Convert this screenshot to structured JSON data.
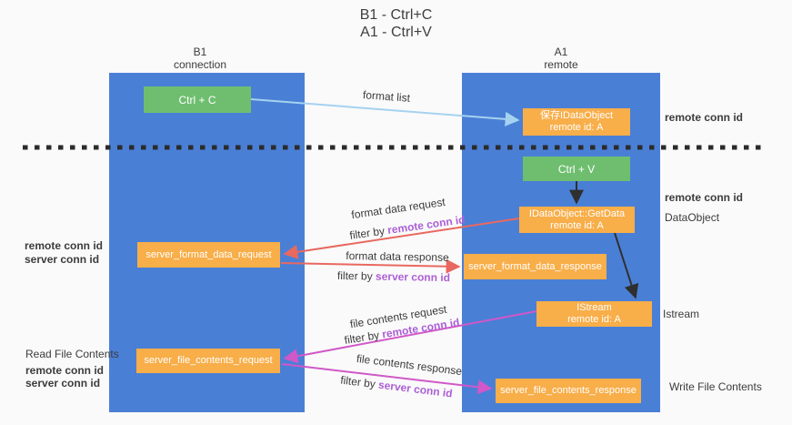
{
  "title": {
    "line1": "B1 - Ctrl+C",
    "line2": "A1 - Ctrl+V"
  },
  "lanes": {
    "left": {
      "name": "B1",
      "role": "connection"
    },
    "right": {
      "name": "A1",
      "role": "remote"
    }
  },
  "nodes": {
    "ctrl_c": {
      "label": "Ctrl + C"
    },
    "ctrl_v": {
      "label": "Ctrl + V"
    },
    "save_dataobject": {
      "line1": "保存IDataObject",
      "line2": "remote id: A"
    },
    "getdata": {
      "line1": "IDataObject::GetData",
      "line2": "remote id: A"
    },
    "istream": {
      "line1": "IStream",
      "line2": "remote id: A"
    },
    "server_format_data_request": {
      "label": "server_format_data_request"
    },
    "server_format_data_response": {
      "label": "server_format_data_response"
    },
    "server_file_contents_request": {
      "label": "server_file_contents_request"
    },
    "server_file_contents_response": {
      "label": "server_file_contents_response"
    }
  },
  "edges": {
    "format_list": {
      "label": "format list"
    },
    "format_data_request": {
      "label": "format data request",
      "filter_prefix": "filter by ",
      "filter_key": "remote conn id"
    },
    "format_data_response": {
      "label": "format data response",
      "filter_prefix": "filter by ",
      "filter_key": "server conn id"
    },
    "file_contents_request": {
      "label": "file contents request",
      "filter_prefix": "filter by ",
      "filter_key": "remote conn id"
    },
    "file_contents_response": {
      "label": "file contents response",
      "filter_prefix": "filter by ",
      "filter_key": "server conn id"
    }
  },
  "annotations": {
    "right_remote_conn_id_top": "remote conn id",
    "right_remote_conn_id_mid": "remote conn id",
    "dataobject": "DataObject",
    "istream": "Istream",
    "write_file_contents": "Write File Contents",
    "left_remote_conn_id_top": "remote conn id",
    "left_server_conn_id_top": "server conn id",
    "read_file_contents": "Read File Contents",
    "left_remote_conn_id_bottom": "remote conn id",
    "left_server_conn_id_bottom": "server conn id"
  },
  "colors": {
    "lane_blue": "#4a7fd6",
    "node_green": "#6fbe70",
    "node_orange": "#f8ae49",
    "arrow_red": "#e86960",
    "arrow_magenta": "#d058c8",
    "arrow_light_blue": "#a5d2ef",
    "arrow_black": "#2f2f2f",
    "dashed_divider": "#2b2b2b",
    "label_purple": "#ac5fd6",
    "label_green": "#6dbf6f"
  }
}
